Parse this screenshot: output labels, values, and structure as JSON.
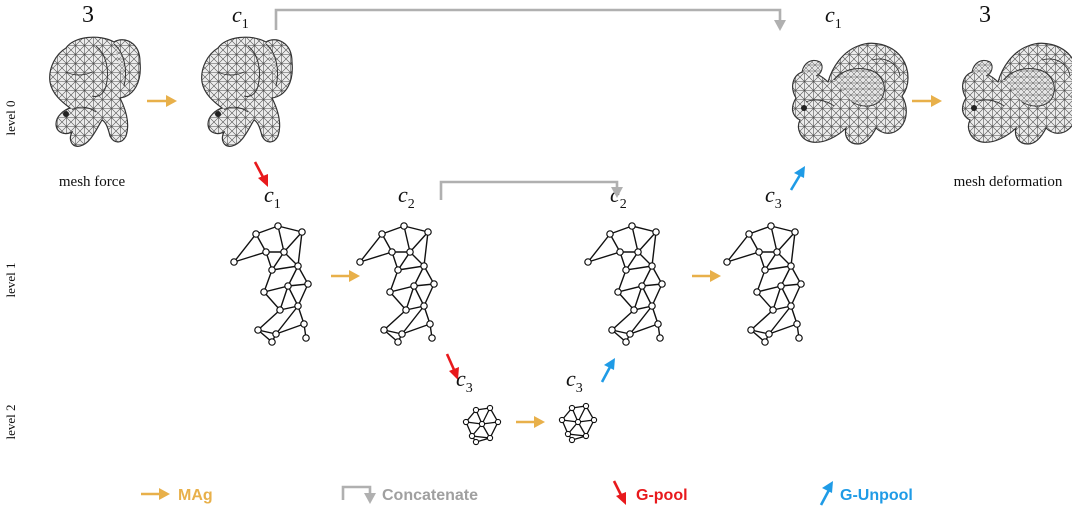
{
  "channels": {
    "input": "3",
    "c": "c",
    "sub1": "1",
    "sub2": "2",
    "sub3": "3",
    "output": "3"
  },
  "levels": {
    "level0": "level 0",
    "level1": "level 1",
    "level2": "level 2"
  },
  "mesh_labels": {
    "input": "mesh force",
    "output": "mesh deformation"
  },
  "legend": {
    "mag": "MAg",
    "concatenate": "Concatenate",
    "gpool": "G-pool",
    "gunpool": "G-Unpool"
  },
  "colors": {
    "mag": "#e8b04a",
    "concatenate": "#a8a8a8",
    "gpool": "#e8191c",
    "gunpool": "#1f9be6",
    "graph": "#111111",
    "mesh_fill": "#ececec",
    "mesh_line": "#555555"
  }
}
